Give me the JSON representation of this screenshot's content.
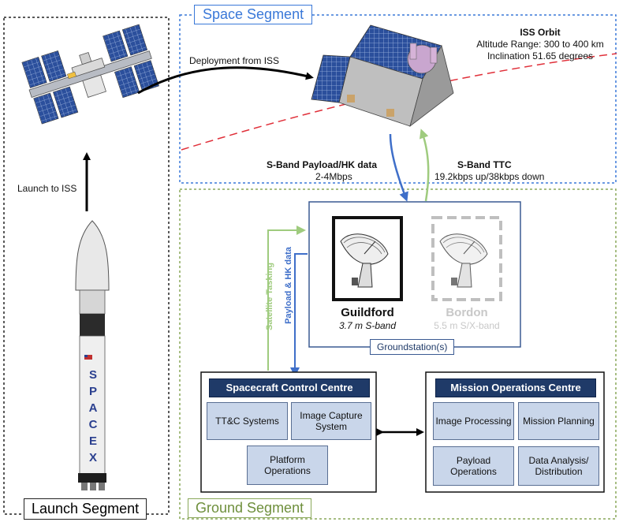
{
  "segments": {
    "launch": "Launch Segment",
    "space": "Space Segment",
    "ground": "Ground Segment"
  },
  "orbit": {
    "title": "ISS Orbit",
    "altitude": "Altitude Range: 300 to 400 km",
    "inclination": "Inclination 51.65 degrees"
  },
  "labels": {
    "deployment": "Deployment from ISS",
    "launch_to_iss": "Launch to ISS",
    "payload_link_title": "S-Band Payload/HK data",
    "payload_link_rate": "2-4Mbps",
    "ttc_title": "S-Band TTC",
    "ttc_rate": "19.2kbps up/38kbps down",
    "satellite_tasking": "Satellite Tasking",
    "payload_hk": "Payload & HK data"
  },
  "groundstations": {
    "box_label": "Groundstation(s)",
    "stations": [
      {
        "name": "Guildford",
        "detail": "3.7 m S-band"
      },
      {
        "name": "Bordon",
        "detail": "5.5 m S/X-band"
      }
    ]
  },
  "scc": {
    "title": "Spacecraft Control Centre",
    "items": [
      "TT&C Systems",
      "Image Capture System",
      "Platform Operations"
    ]
  },
  "moc": {
    "title": "Mission Operations Centre",
    "items": [
      "Image Processing",
      "Mission Planning",
      "Payload Operations",
      "Data Analysis/ Distribution"
    ]
  },
  "rocket_text": "SPACEX",
  "colors": {
    "space_border": "#3a78d8",
    "ground_border": "#8aa85a",
    "blue_arrow": "#3f6fc9",
    "green_arrow": "#9fcb7e",
    "orbit_line": "#e0303a",
    "box_title_bg": "#1f3a68",
    "sub_box_bg": "#c9d6ea"
  }
}
